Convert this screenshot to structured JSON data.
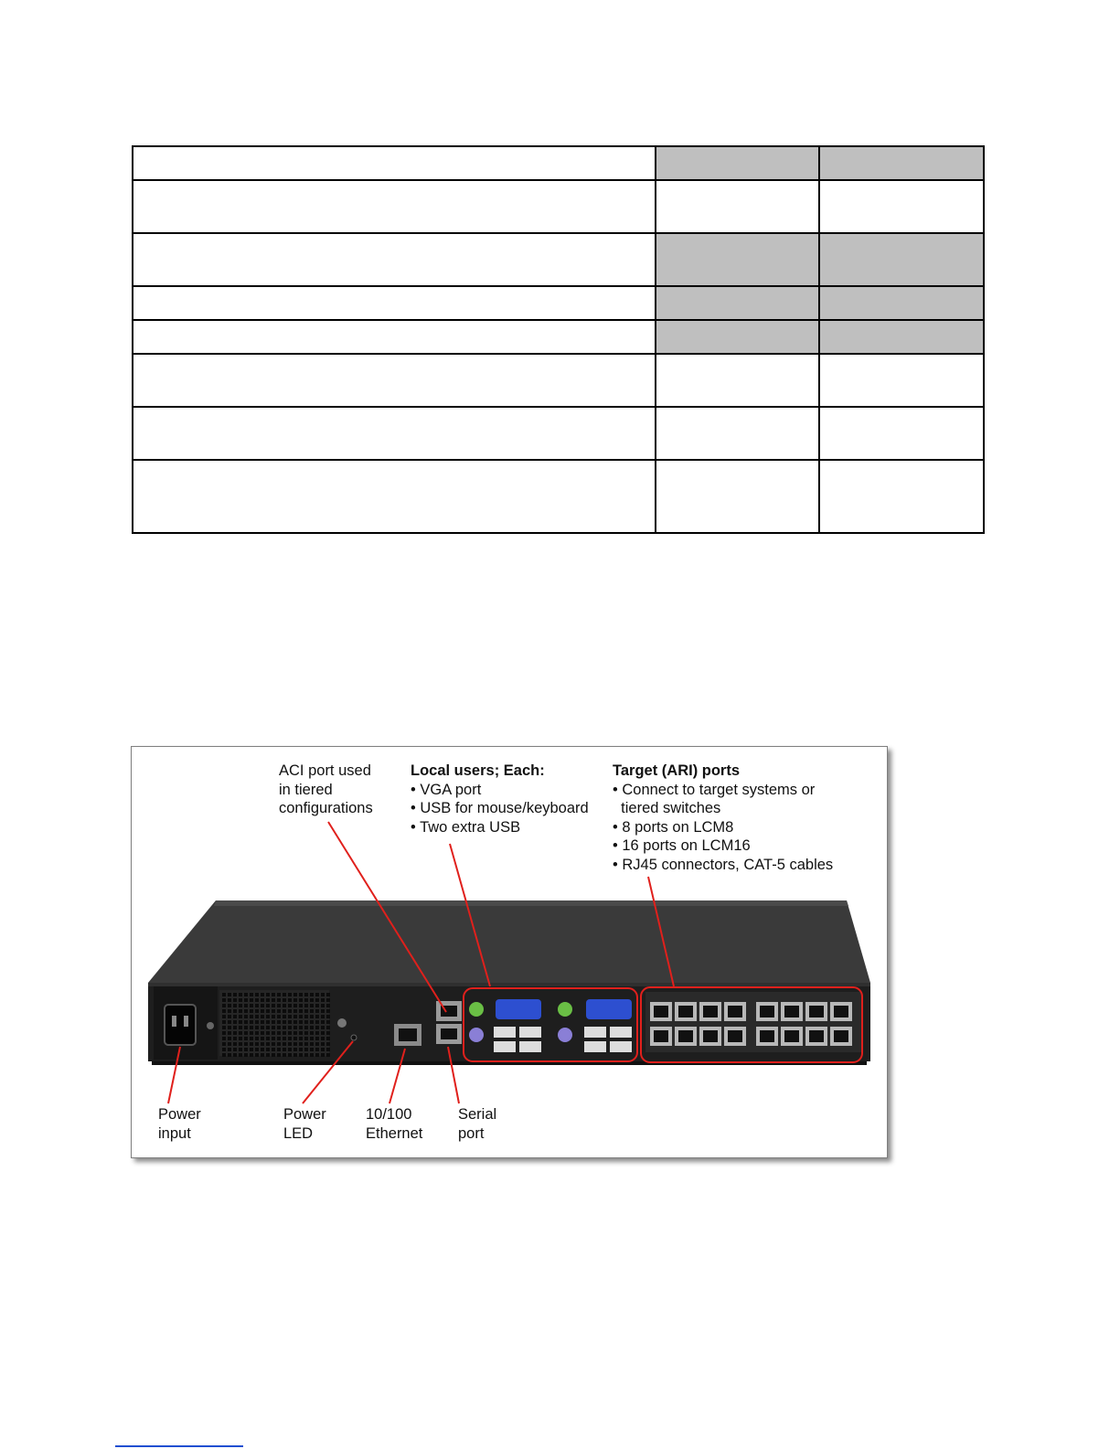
{
  "figure": {
    "callouts": {
      "aci_port": [
        "ACI port used",
        "in tiered",
        "configurations"
      ],
      "local_users": {
        "heading": "Local users; Each:",
        "items": [
          "• VGA port",
          "• USB for mouse/keyboard",
          "• Two extra USB"
        ]
      },
      "target_ports": {
        "heading": "Target (ARI) ports",
        "items": [
          "• Connect to target systems or",
          "  tiered switches",
          "• 8 ports on LCM8",
          "• 16 ports on LCM16",
          "• RJ45 connectors, CAT-5 cables"
        ]
      },
      "power_input": [
        "Power",
        "input"
      ],
      "power_led": [
        "Power",
        "LED"
      ],
      "ethernet": [
        "10/100",
        "Ethernet"
      ],
      "serial_port": [
        "Serial",
        "port"
      ]
    },
    "colors": {
      "callout_line": "#e0201c",
      "chassis": "#2a2a2a",
      "chassis_top": "#3c3c3c",
      "ps2_mouse": "#6abf45",
      "ps2_keyboard": "#8a7fd6",
      "vga": "#2d4fd0"
    }
  },
  "table": {
    "shade_color": "#bfbfbf"
  }
}
